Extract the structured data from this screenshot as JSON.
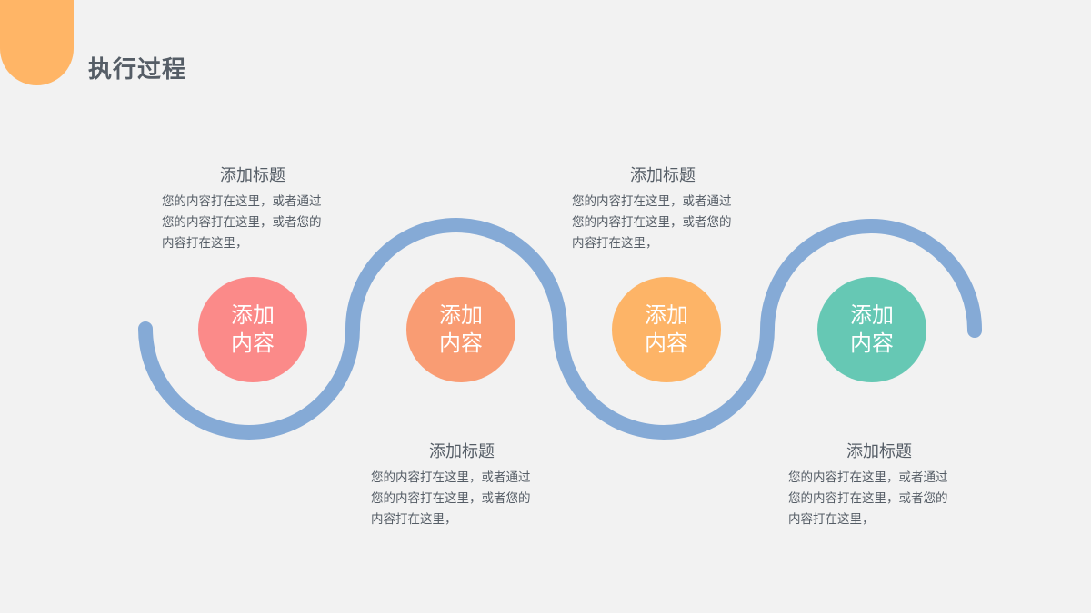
{
  "header": {
    "title": "执行过程",
    "accent_color": "#ffb566"
  },
  "wave": {
    "color": "#85aad6",
    "stroke_width": 16
  },
  "nodes": [
    {
      "line1": "添加",
      "line2": "内容",
      "color": "#fb8a89"
    },
    {
      "line1": "添加",
      "line2": "内容",
      "color": "#f99c73"
    },
    {
      "line1": "添加",
      "line2": "内容",
      "color": "#fdb467"
    },
    {
      "line1": "添加",
      "line2": "内容",
      "color": "#66c8b4"
    }
  ],
  "steps": [
    {
      "title": "添加标题",
      "body_line1": "您的内容打在这里，或者通过",
      "body_line2": "您的内容打在这里，或者您的",
      "body_line3": "内容打在这里，"
    },
    {
      "title": "添加标题",
      "body_line1": "您的内容打在这里，或者通过",
      "body_line2": "您的内容打在这里，或者您的",
      "body_line3": "内容打在这里，"
    },
    {
      "title": "添加标题",
      "body_line1": "您的内容打在这里，或者通过",
      "body_line2": "您的内容打在这里，或者您的",
      "body_line3": "内容打在这里，"
    },
    {
      "title": "添加标题",
      "body_line1": "您的内容打在这里，或者通过",
      "body_line2": "您的内容打在这里，或者您的",
      "body_line3": "内容打在这里，"
    }
  ]
}
